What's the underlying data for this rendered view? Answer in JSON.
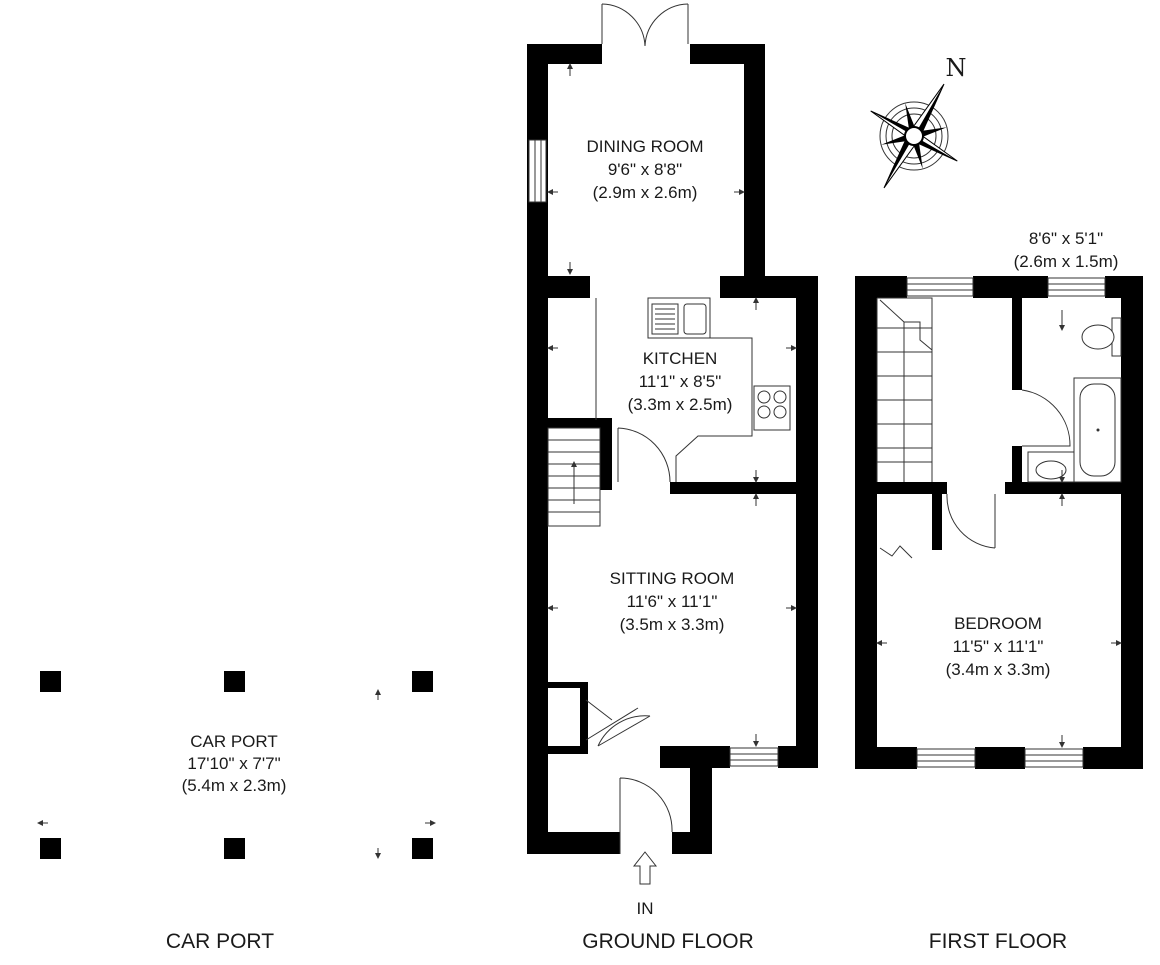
{
  "compass": {
    "north_label": "N"
  },
  "car_port": {
    "name": "CAR PORT",
    "imperial": "17'10\" x 7'7\"",
    "metric": "(5.4m x 2.3m)",
    "floor_label": "CAR PORT"
  },
  "ground_floor": {
    "floor_label": "GROUND FLOOR",
    "entrance_label": "IN",
    "rooms": {
      "dining": {
        "name": "DINING ROOM",
        "imperial": "9'6\" x 8'8\"",
        "metric": "(2.9m x 2.6m)"
      },
      "kitchen": {
        "name": "KITCHEN",
        "imperial": "11'1\" x 8'5\"",
        "metric": "(3.3m x 2.5m)"
      },
      "sitting": {
        "name": "SITTING ROOM",
        "imperial": "11'6\" x 11'1\"",
        "metric": "(3.5m x 3.3m)"
      }
    }
  },
  "first_floor": {
    "floor_label": "FIRST FLOOR",
    "rooms": {
      "bathroom": {
        "imperial": "8'6\" x 5'1\"",
        "metric": "(2.6m x 1.5m)"
      },
      "bedroom": {
        "name": "BEDROOM",
        "imperial": "11'5\" x 11'1\"",
        "metric": "(3.4m x 3.3m)"
      }
    }
  }
}
